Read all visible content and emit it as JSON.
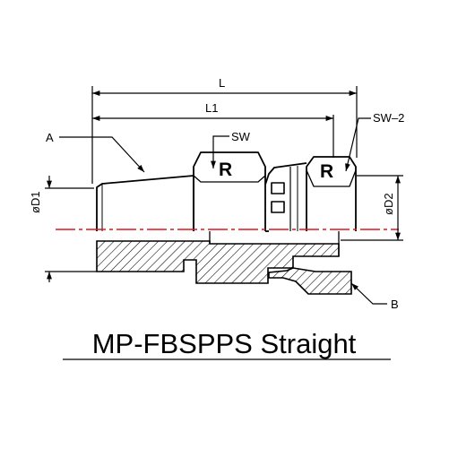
{
  "diagram": {
    "title": "MP-FBSPPS Straight",
    "dimensions": {
      "overall_length": "L",
      "length_1": "L1",
      "wrench_flat": "SW",
      "wrench_flat_2": "SW‒2",
      "diameter_1": "øD1",
      "diameter_2": "øD2"
    },
    "callouts": {
      "a": "A",
      "b": "B"
    },
    "logo_letter": "R",
    "colors": {
      "line": "#000000",
      "centerline": "#e0161b",
      "background": "#ffffff"
    }
  }
}
